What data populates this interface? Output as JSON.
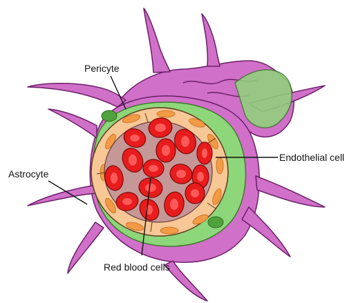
{
  "labels": {
    "pericyte": "Pericyte",
    "astrocyte": "Astrocyte",
    "endothelial": "Endothelial cell",
    "rbc": "Red blood cells"
  },
  "colors": {
    "astrocyte_fill": "#d070c8",
    "astrocyte_stroke": "#6a1e68",
    "pericyte_fill": "#8ed67a",
    "pericyte_stroke": "#3d7a2c",
    "endothelial_fill": "#f7c796",
    "endothelial_nucleus": "#f29a45",
    "lumen_fill": "#c69797",
    "rbc_fill": "#e81c1c",
    "rbc_highlight": "#ff5a5a"
  },
  "icons": [
    "astrocyte-shape",
    "pericyte-shape",
    "endothelial-ring",
    "red-blood-cell-shape"
  ]
}
